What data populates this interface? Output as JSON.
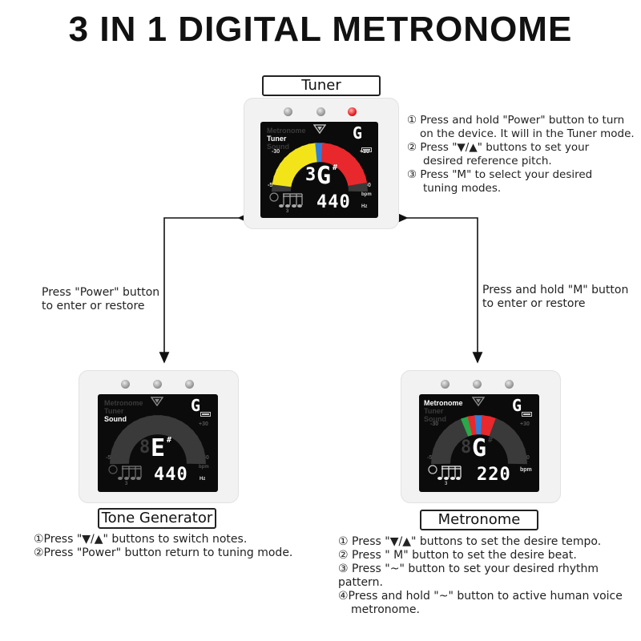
{
  "title": "3 IN 1 DIGITAL METRONOME",
  "modes": {
    "tuner": {
      "label": "Tuner",
      "instructions": [
        "① Press and hold \"Power\" button to turn",
        "on the device. It will in the Tuner mode.",
        "② Press \"▼/▲\" buttons to set your",
        "desired reference pitch.",
        "③ Press \"M\" to select your desired",
        "tuning modes."
      ],
      "display": {
        "mode_list": [
          "Metronome",
          "Tuner",
          "Sound"
        ],
        "active": "Tuner",
        "note": "G",
        "octave": "3",
        "sharp": "#",
        "reading": "440",
        "unit": "Hz",
        "corner_note": "G",
        "scale_left": "-30",
        "scale_right": "+30",
        "scale_left_low": "-50",
        "scale_right_low": "+50",
        "bpm_label": "bpm"
      }
    },
    "tone_generator": {
      "label": "Tone Generator",
      "instructions": [
        "①Press \"▼/▲\" buttons to switch notes.",
        "②Press \"Power\" button return to tuning mode."
      ],
      "display": {
        "mode_list": [
          "Metronome",
          "Tuner",
          "Sound"
        ],
        "active": "Sound",
        "note": "E",
        "octave": "8",
        "sharp": "#",
        "reading": "440",
        "unit": "Hz",
        "corner_note": "G",
        "scale_left_low": "-50",
        "scale_right_low": "+50",
        "scale_right": "+30",
        "bpm_label": "bpm"
      }
    },
    "metronome": {
      "label": "Metronome",
      "instructions": [
        "① Press \"▼/▲\" buttons to set the desire tempo.",
        "② Press \" M\" button to set the desire beat.",
        "③ Press \"~\" button to set your desired rhythm pattern.",
        "④Press and hold \"~\" button to active human voice",
        "metronome."
      ],
      "display": {
        "mode_list": [
          "Metronome",
          "Tuner",
          "Sound"
        ],
        "active": "Metronome",
        "note": "G",
        "octave": "8",
        "sharp": "#",
        "reading": "220",
        "unit": "bpm",
        "corner_note": "G",
        "scale_left": "-30",
        "scale_right": "+30",
        "scale_left_low": "-50",
        "scale_right_low": "+50"
      }
    }
  },
  "transitions": {
    "to_tone_generator": [
      "Press \"Power\" button",
      "to enter or restore"
    ],
    "to_metronome": [
      "Press and hold  \"M\" button",
      "to enter or restore"
    ]
  },
  "colors": {
    "yellow": "#f3e41a",
    "blue": "#2f7fd8",
    "red": "#e8282c",
    "green": "#2aa84a",
    "dim_segment": "#3a3a3a",
    "led_red": "#e41e1e"
  }
}
